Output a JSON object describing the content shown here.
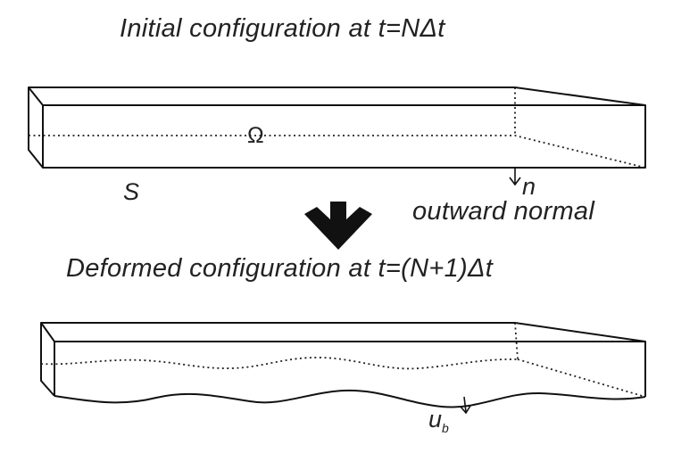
{
  "labels": {
    "initial_title": "Initial configuration at t=NΔt",
    "domain_symbol": "Ω",
    "boundary_symbol": "S",
    "normal_symbol": "n",
    "normal_caption": "outward normal",
    "deformed_title": "Deformed configuration at t=(N+1)Δt",
    "displacement_symbol": "u",
    "displacement_subscript": "b"
  }
}
